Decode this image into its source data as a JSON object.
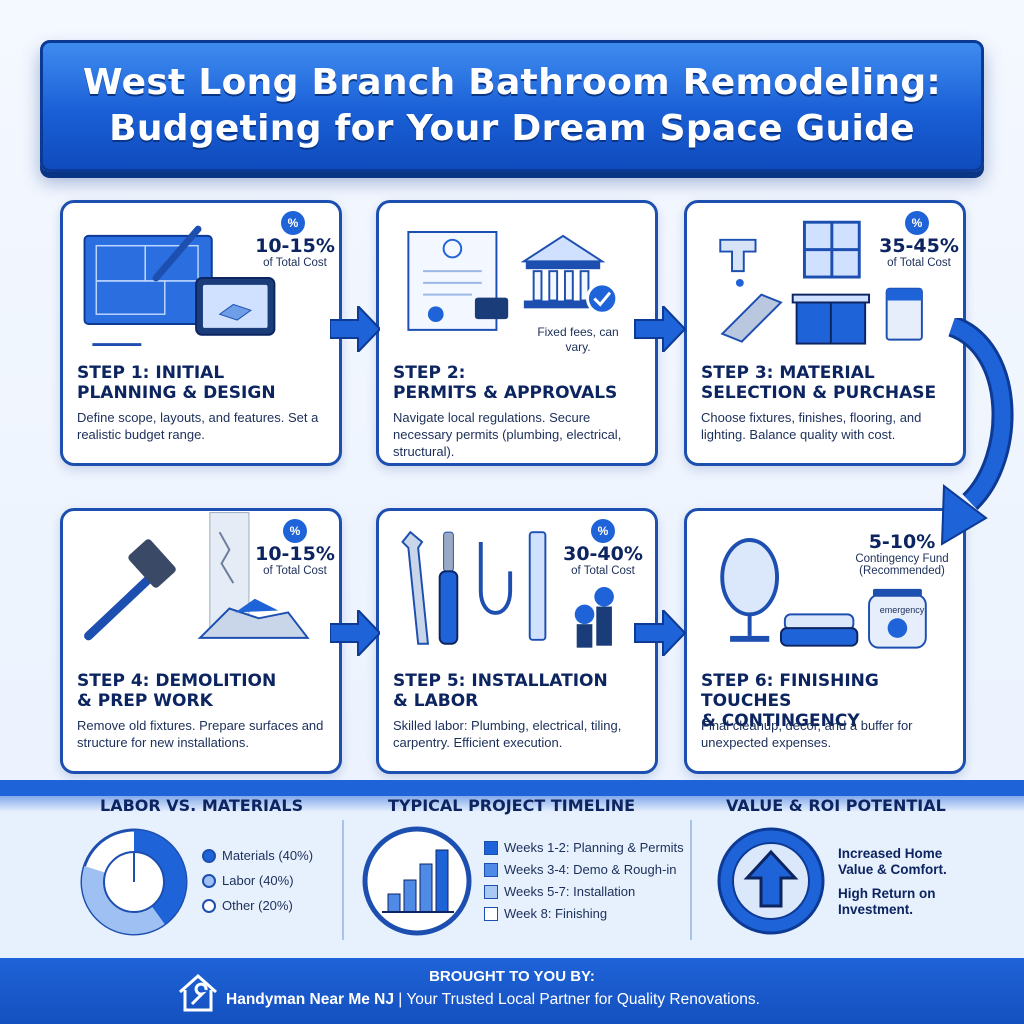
{
  "banner": {
    "line1": "West Long Branch Bathroom Remodeling:",
    "line2": "Budgeting for Your Dream Space Guide"
  },
  "steps": [
    {
      "title1": "STEP 1: INITIAL",
      "title2": "PLANNING & DESIGN",
      "desc": "Define scope, layouts, and features. Set a realistic budget range.",
      "pct": "10-15%",
      "pct_sub": "of Total Cost",
      "badge": "%"
    },
    {
      "title1": "STEP 2:",
      "title2": "PERMITS & APPROVALS",
      "desc": "Navigate local regulations. Secure necessary permits (plumbing, electrical, structural).",
      "note": "Fixed fees, can vary."
    },
    {
      "title1": "STEP 3: MATERIAL",
      "title2": "SELECTION & PURCHASE",
      "desc": "Choose fixtures, finishes, flooring, and lighting. Balance quality with cost.",
      "pct": "35-45%",
      "pct_sub": "of Total Cost",
      "badge": "%"
    },
    {
      "title1": "STEP 4: DEMOLITION",
      "title2": "& PREP WORK",
      "desc": "Remove old fixtures. Prepare surfaces and structure for new installations.",
      "pct": "10-15%",
      "pct_sub": "of Total Cost",
      "badge": "%"
    },
    {
      "title1": "STEP 5: INSTALLATION",
      "title2": "& LABOR",
      "desc": "Skilled labor: Plumbing, electrical, tiling, carpentry. Efficient execution.",
      "pct": "30-40%",
      "pct_sub": "of Total Cost",
      "badge": "%"
    },
    {
      "title1": "STEP 6: FINISHING TOUCHES",
      "title2": "& CONTINGENCY",
      "desc": "Final cleanup, decor, and a buffer for unexpected expenses.",
      "pct": "5-10%",
      "pct_sub1": "Contingency Fund",
      "pct_sub2": "(Recommended)",
      "jar_label": "emergency"
    }
  ],
  "labor_vs_materials": {
    "title": "LABOR vs. MATERIALS",
    "items": [
      {
        "label": "Materials (40%)",
        "share": 0.4,
        "fill": "#1f63d8"
      },
      {
        "label": "Labor (40%)",
        "share": 0.4,
        "fill": "#9ec0f2"
      },
      {
        "label": "Other (20%)",
        "share": 0.2,
        "fill": "#ffffff"
      }
    ]
  },
  "timeline": {
    "title": "TYPICAL PROJECT TIMELINE",
    "items": [
      {
        "label": "Weeks 1-2: Planning & Permits",
        "fill": "#1f63d8"
      },
      {
        "label": "Weeks 3-4: Demo & Rough-in",
        "fill": "#4f8ae6"
      },
      {
        "label": "Weeks 5-7: Installation",
        "fill": "#a9c8f3"
      },
      {
        "label": "Week 8: Finishing",
        "fill": "#ffffff"
      }
    ]
  },
  "roi": {
    "title": "VALUE & ROI POTENTIAL",
    "line1": "Increased Home",
    "line2": "Value & Comfort.",
    "line3": "High Return on",
    "line4": "Investment."
  },
  "footer": {
    "heading": "BROUGHT TO YOU BY:",
    "brand": "Handyman Near Me NJ",
    "tagline": " | Your Trusted Local Partner for Quality Renovations."
  },
  "colors": {
    "primary": "#1f63d8",
    "dark": "#0c2460",
    "light": "#e7f0fd"
  }
}
